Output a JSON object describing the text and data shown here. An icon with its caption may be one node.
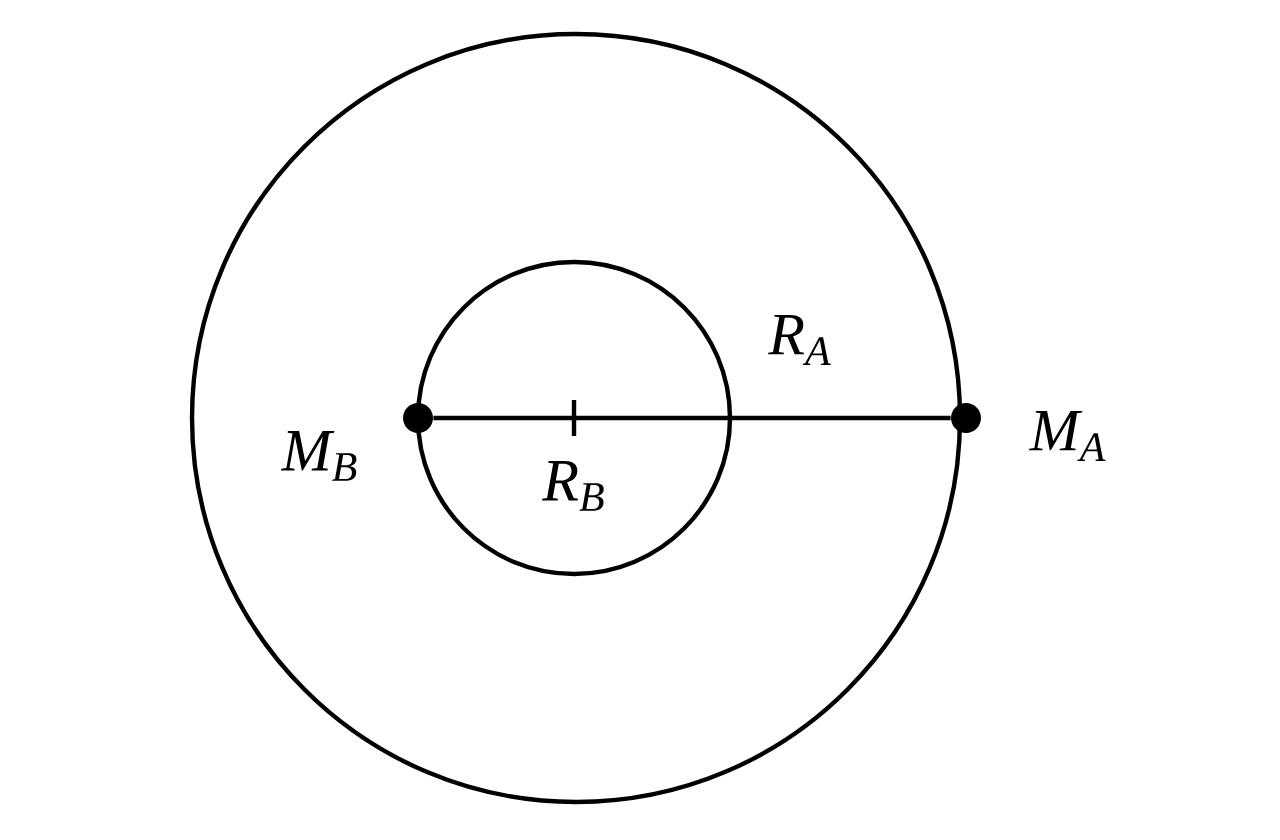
{
  "diagram": {
    "nodes": [
      {
        "text": [],
        "shape": "circle",
        "beside": [
          "M$_{B}$"
        ]
      },
      {
        "text": [],
        "shape": "circle",
        "beside": [
          "M$_{A}$"
        ]
      }
    ],
    "edges": [
      {
        "from": 0,
        "to": 1,
        "arrow": "none"
      }
    ],
    "labels": [
      "R$_{A}$",
      "R$_{B}$"
    ]
  }
}
